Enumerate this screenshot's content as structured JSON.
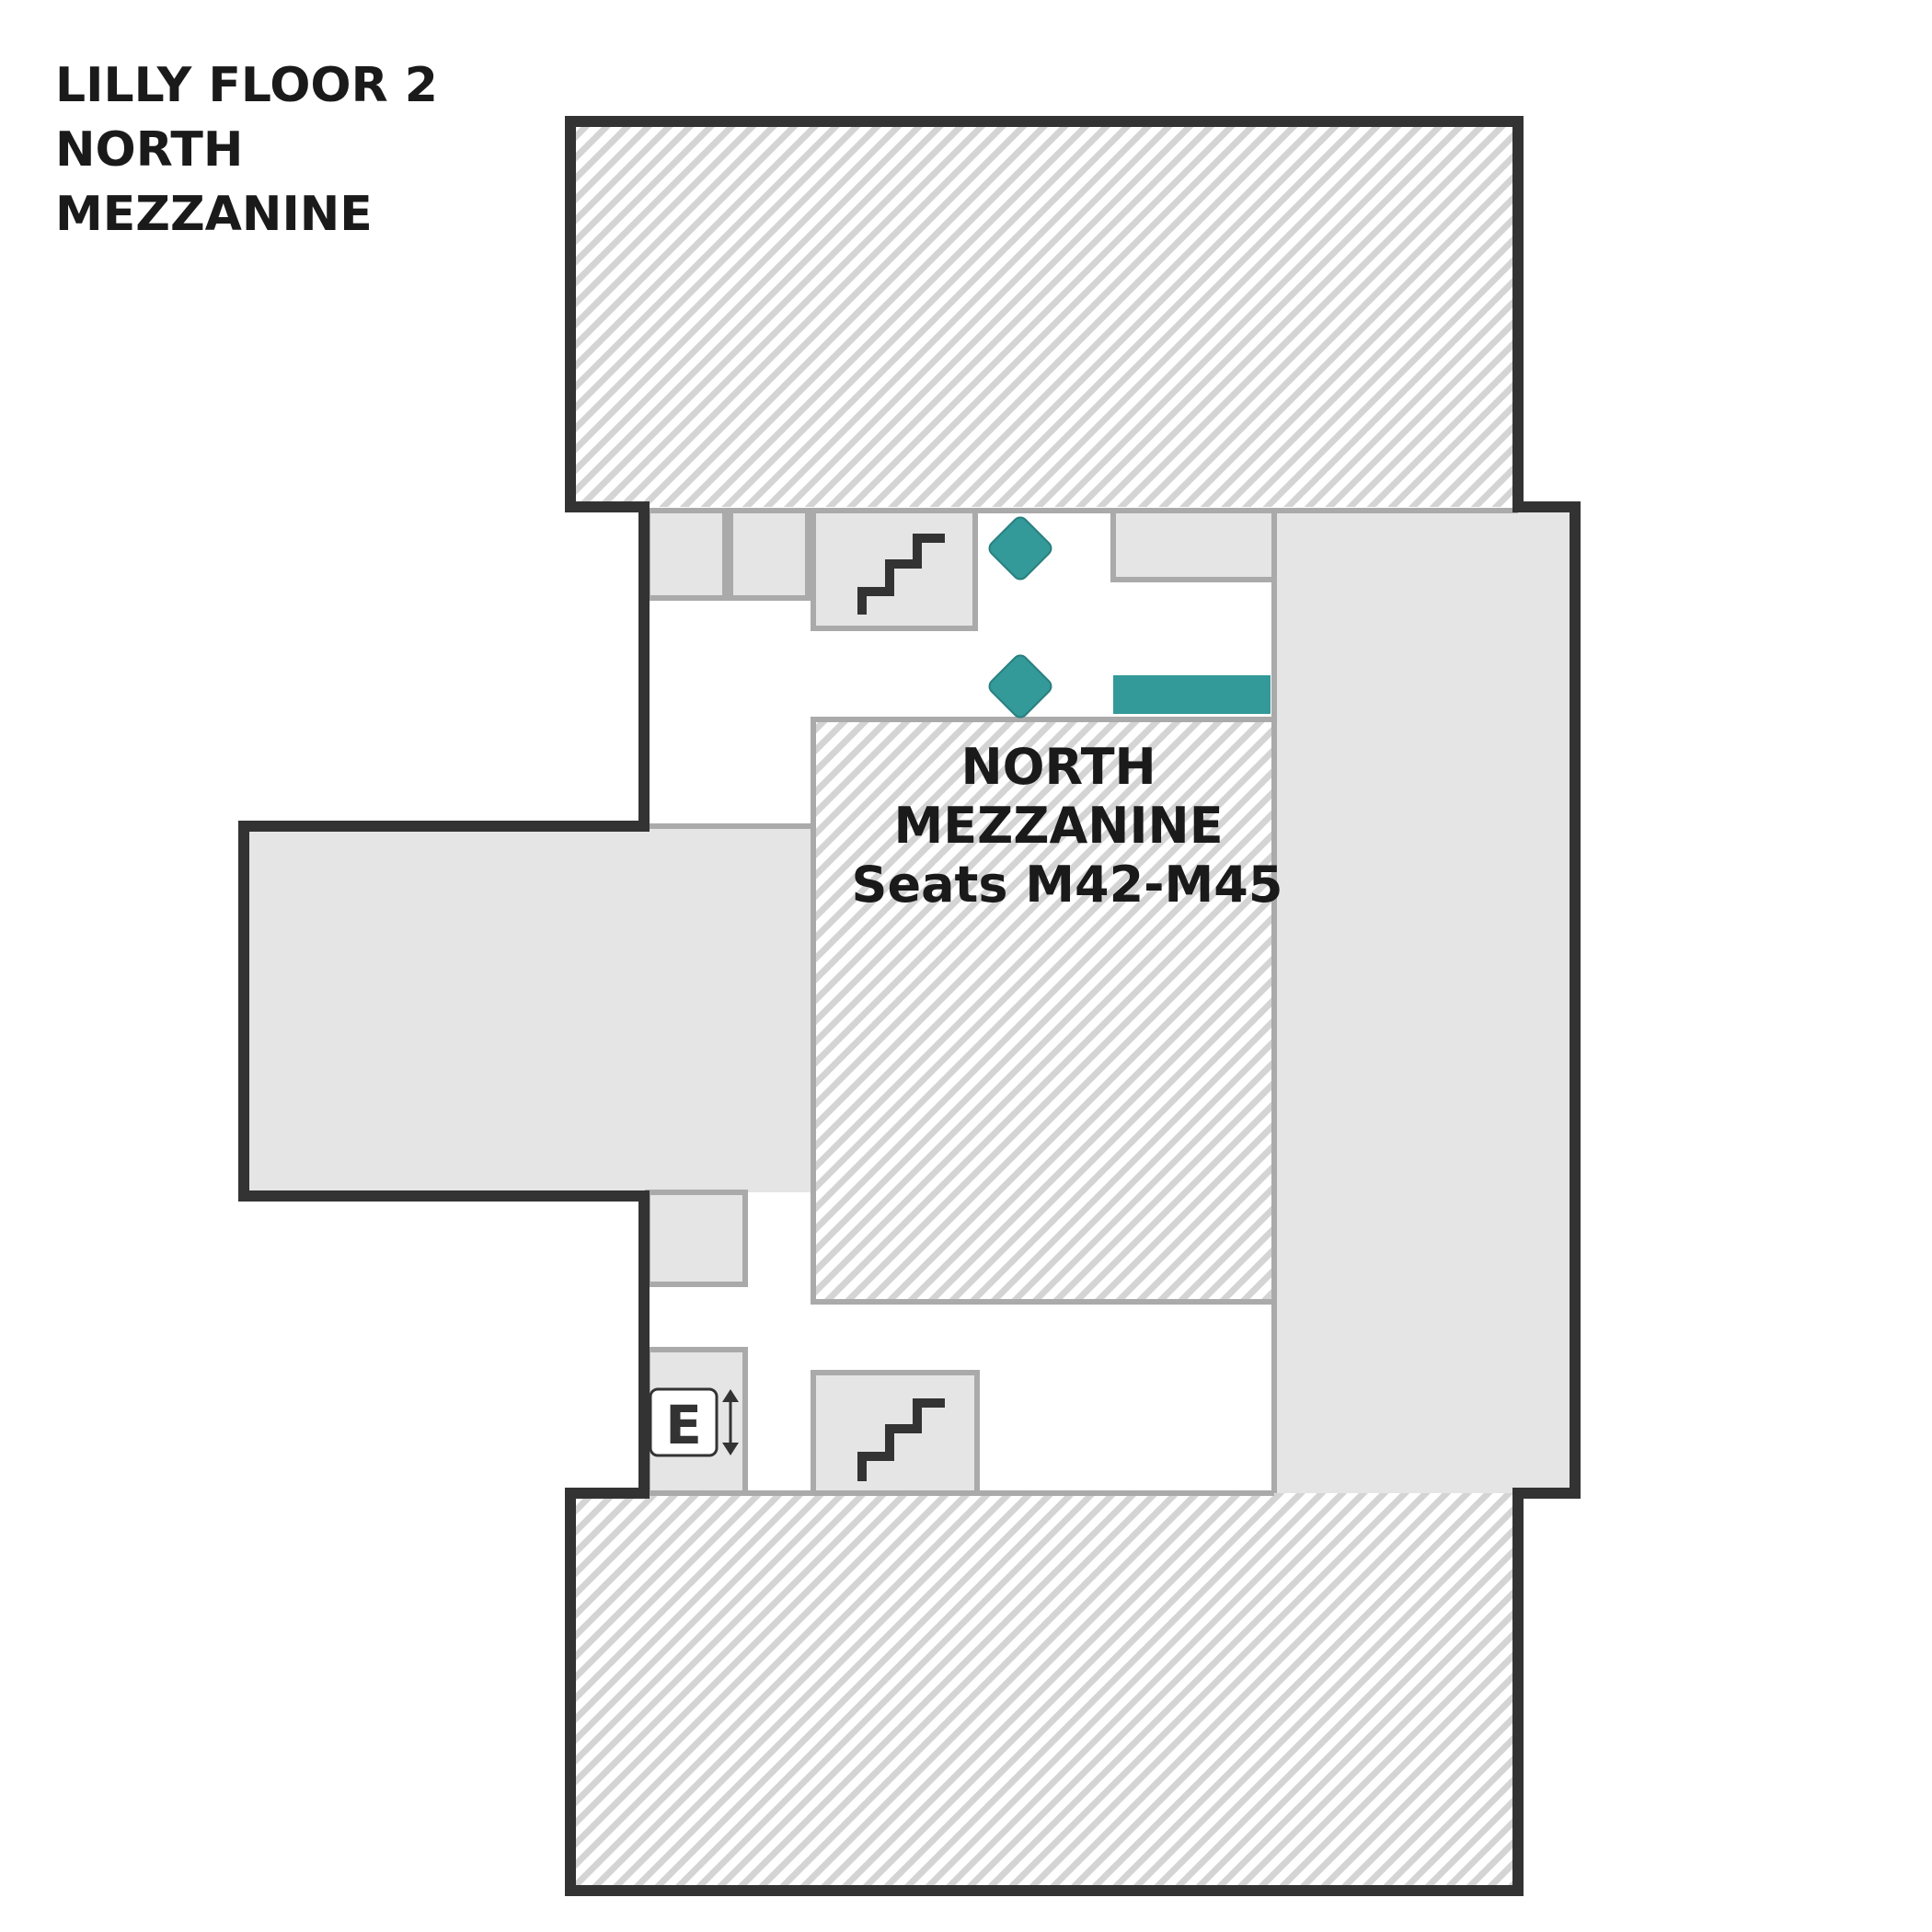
{
  "title": {
    "lines": [
      "LILLY FLOOR 2",
      "NORTH",
      "MEZZANINE"
    ]
  },
  "area": {
    "line1": "NORTH",
    "line2": "MEZZANINE",
    "line3": "Seats M42-M45"
  },
  "elevator": {
    "letter": "E"
  },
  "icons": [
    "stairs-icon",
    "stairs-icon",
    "elevator-icon",
    "up-down-arrow-icon",
    "info-point-icon"
  ],
  "colors": {
    "outer_wall": "#333333",
    "inner_wall": "#aaaaaa",
    "room_fill": "#e5e5e5",
    "hatch_stripe": "#d0d0d0",
    "accent_teal": "#339999",
    "text": "#1a1a1a"
  }
}
